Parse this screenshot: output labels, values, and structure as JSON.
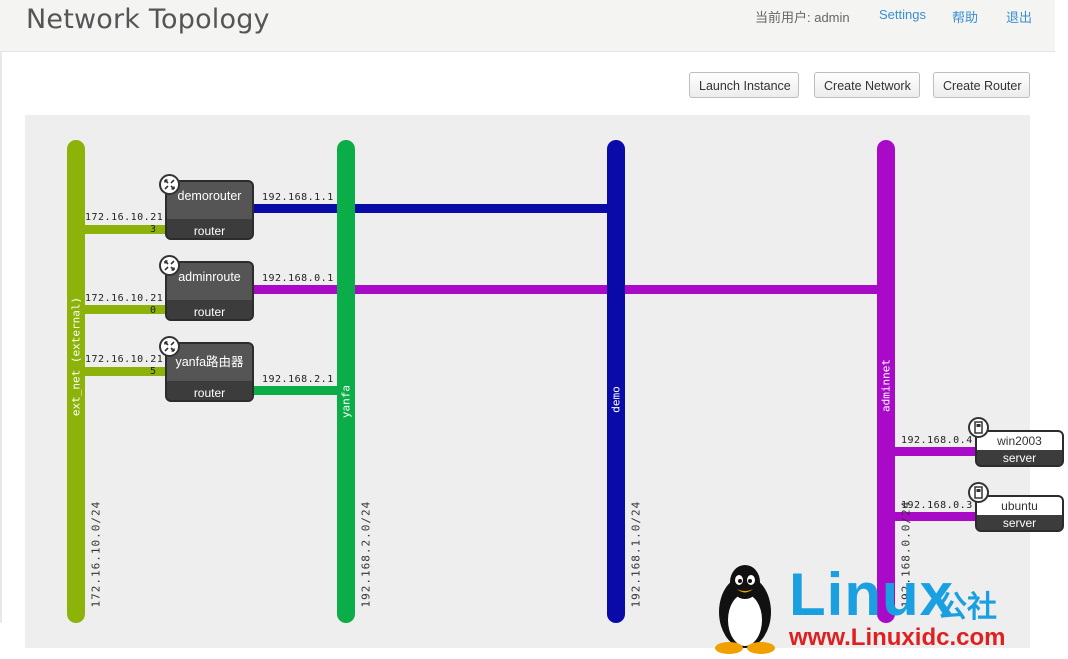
{
  "header": {
    "title": "Network Topology",
    "user_label": "当前用户: admin",
    "settings": "Settings",
    "help": "帮助",
    "logout": "退出"
  },
  "toolbar": {
    "launch_instance": "Launch Instance",
    "create_network": "Create Network",
    "create_router": "Create Router"
  },
  "networks": [
    {
      "name": "ext_net (external)",
      "cidr": "172.16.10.0/24",
      "color": "#8db30a"
    },
    {
      "name": "yanfa",
      "cidr": "192.168.2.0/24",
      "color": "#0aad47"
    },
    {
      "name": "demo",
      "cidr": "192.168.1.0/24",
      "color": "#0a0aa8"
    },
    {
      "name": "adminnet",
      "cidr": "192.168.0.0/24",
      "color": "#a80ac8"
    }
  ],
  "routers": [
    {
      "name": "demorouter",
      "type": "router",
      "ext_ip": "172.16.10.21",
      "ext_port": "3",
      "int_ip": "192.168.1.1"
    },
    {
      "name": "adminroute",
      "type": "router",
      "ext_ip": "172.16.10.21",
      "ext_port": "0",
      "int_ip": "192.168.0.1"
    },
    {
      "name": "yanfa路由器",
      "type": "router",
      "ext_ip": "172.16.10.21",
      "ext_port": "5",
      "int_ip": "192.168.2.1"
    }
  ],
  "servers": [
    {
      "name": "win2003",
      "type": "server",
      "ip": "192.168.0.4"
    },
    {
      "name": "ubuntu",
      "type": "server",
      "ip": "192.168.0.3"
    }
  ],
  "watermark": {
    "brand": "Linux",
    "cn": "公社",
    "url": "www.Linuxidc.com"
  },
  "icons": [
    "router-icon",
    "server-icon",
    "tux-logo"
  ]
}
